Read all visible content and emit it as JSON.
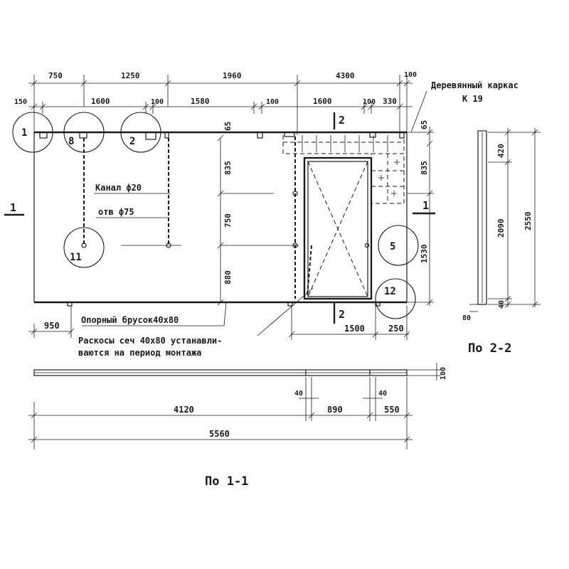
{
  "drawing": {
    "top_dims_row1": [
      "750",
      "1250",
      "1960",
      "4300",
      "100"
    ],
    "top_dims_row2": [
      "150",
      "1600",
      "100",
      "1580",
      "100",
      "1600",
      "100",
      "330"
    ],
    "vert_dims_main": [
      "65",
      "835",
      "750",
      "880"
    ],
    "vert_dims_right": [
      "65",
      "835",
      "1530"
    ],
    "section_22_dims": [
      "420",
      "2090",
      "2550",
      "80",
      "40"
    ],
    "bottom_dims": {
      "d950": "950",
      "d1500": "1500",
      "d250": "250",
      "d40a": "40",
      "d40b": "40",
      "d4120": "4120",
      "d890": "890",
      "d550": "550",
      "d5560": "5560",
      "d100": "100"
    },
    "callouts": [
      "1",
      "8",
      "2",
      "11",
      "5",
      "12"
    ],
    "section_marks": {
      "left_1": "1",
      "right_1": "1",
      "top_2": "2",
      "bottom_2": "2"
    },
    "labels": {
      "wood_frame_line1": "Деревянный каркас",
      "wood_frame_line2": "К 19",
      "channel": "Канал ф20",
      "hole": "отв ф75",
      "sill_bar": "Опорный брусок40х80",
      "braces_line1": "Раскосы сеч 40х80 устанавли-",
      "braces_line2": "ваются на период монтажа",
      "view_22": "По 2-2",
      "view_11": "По 1-1"
    }
  }
}
